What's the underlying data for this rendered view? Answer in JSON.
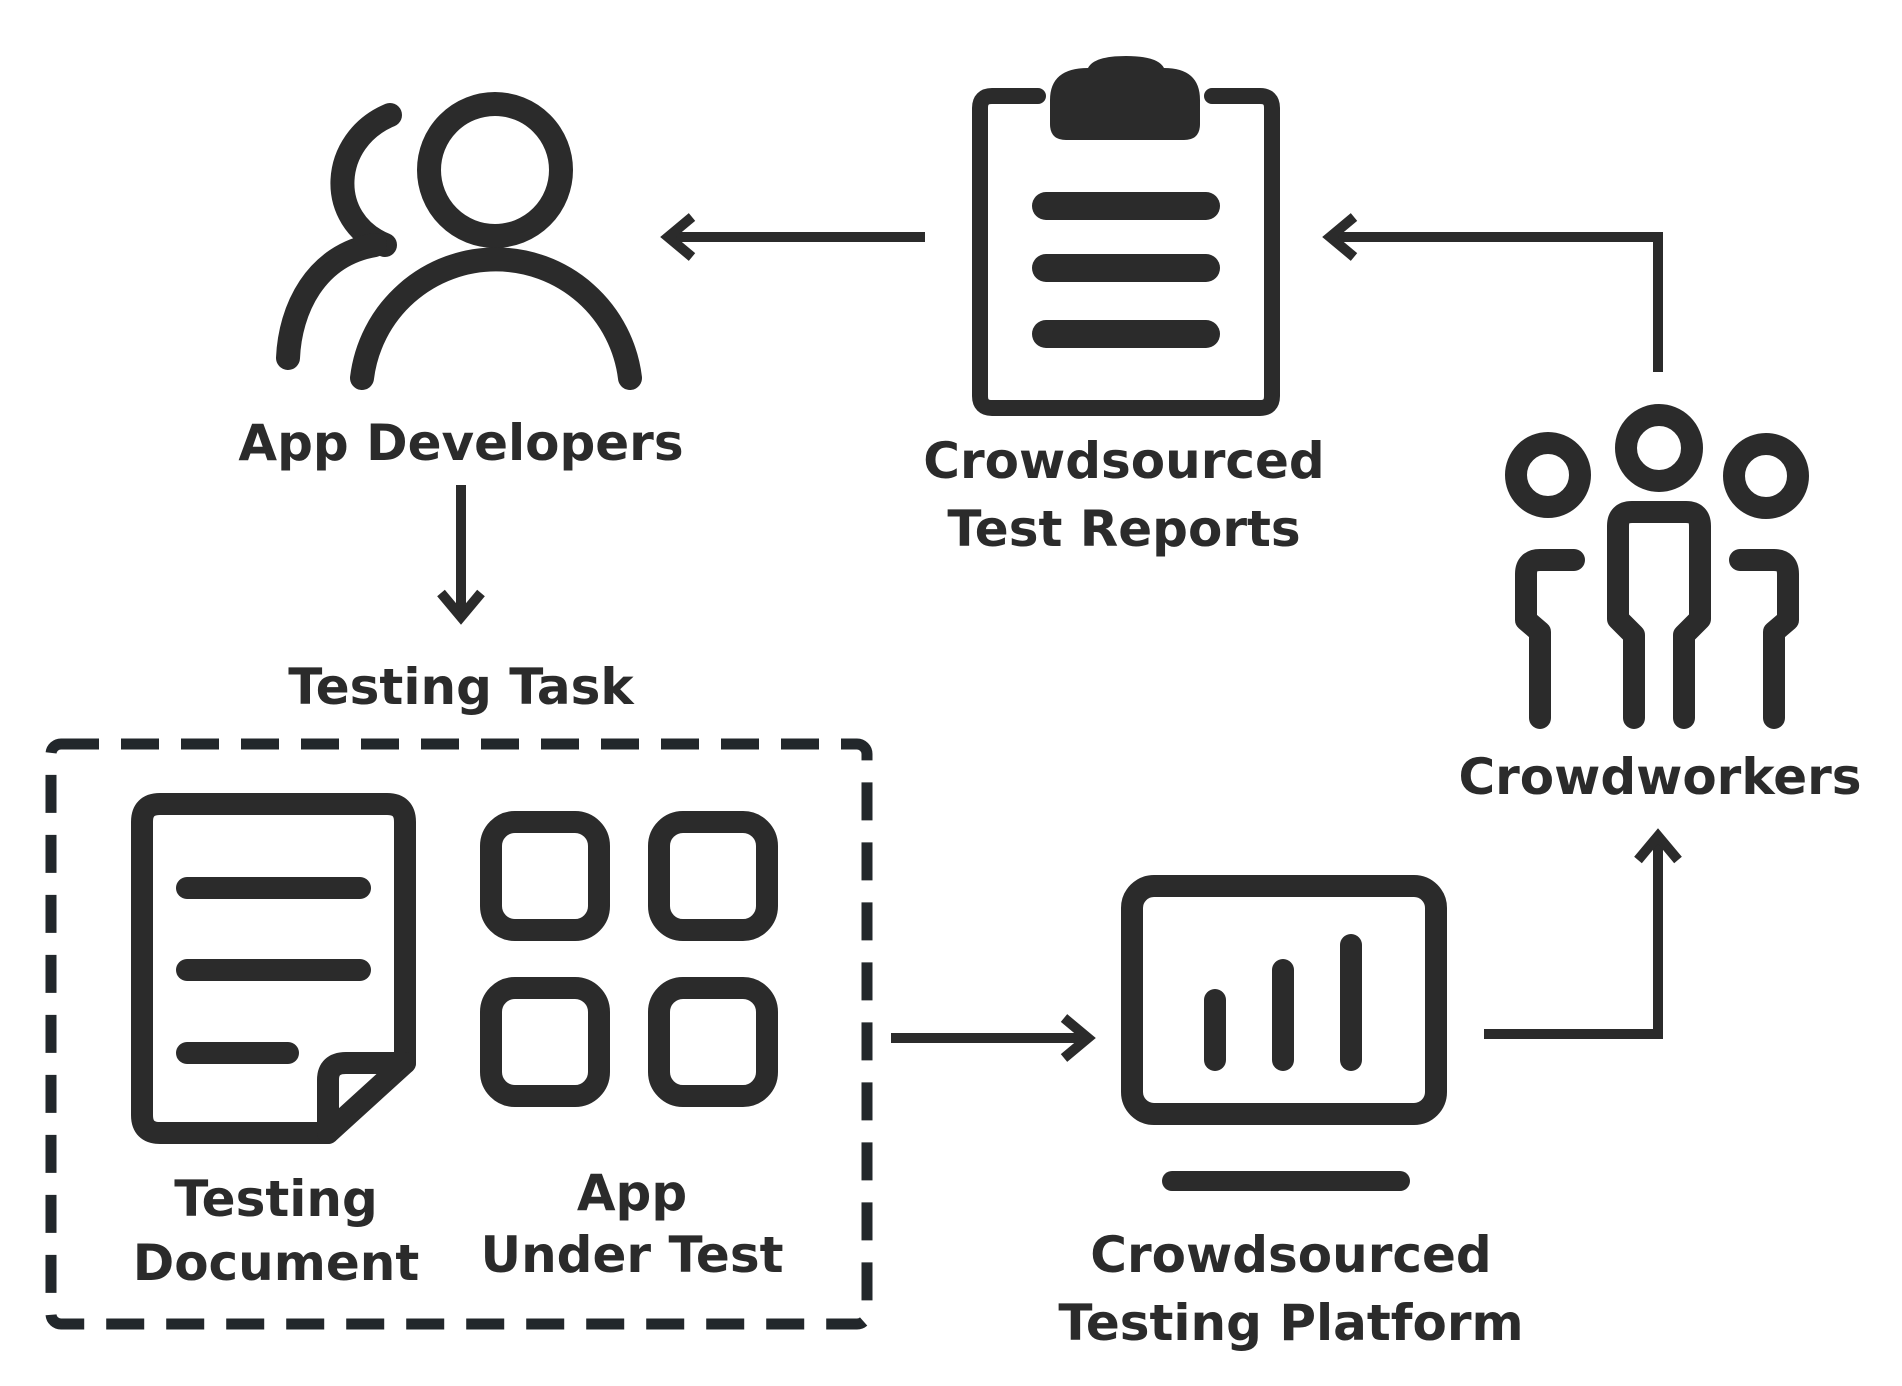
{
  "colors": {
    "ink": "#2b2b2b",
    "dash": "#22272b",
    "background": "#ffffff"
  },
  "labels": {
    "app_developers": "App Developers",
    "reports_line1": "Crowdsourced",
    "reports_line2": "Test Reports",
    "crowdworkers": "Crowdworkers",
    "testing_task": "Testing Task",
    "testing_document_line1": "Testing",
    "testing_document_line2": "Document",
    "app_under_test_line1": "App",
    "app_under_test_line2": "Under Test",
    "platform_line1": "Crowdsourced",
    "platform_line2": "Testing Platform"
  },
  "icons": {
    "developers": "users-icon",
    "reports": "clipboard-icon",
    "crowdworkers": "group-icon",
    "document": "document-icon",
    "app": "app-grid-icon",
    "platform": "monitor-chart-icon"
  }
}
